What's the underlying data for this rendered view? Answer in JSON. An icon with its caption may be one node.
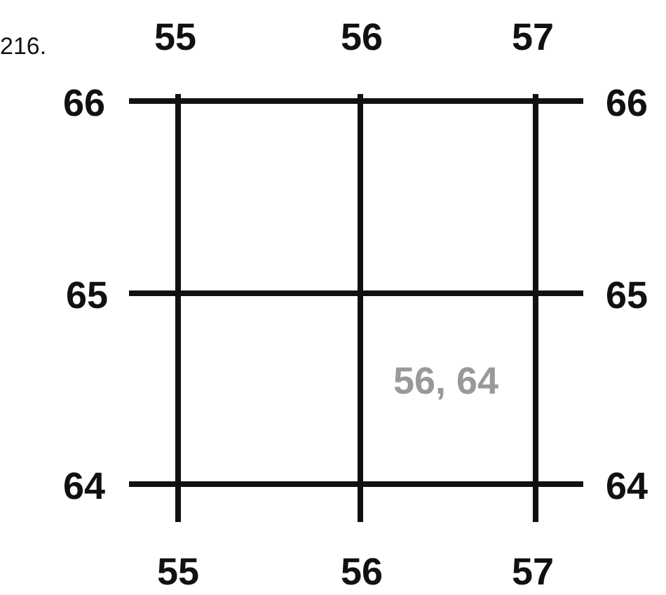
{
  "diagram": {
    "labels": [
      "216.",
      "55",
      "56",
      "57",
      "66",
      "66",
      "65",
      "65",
      "56, 64",
      "64",
      "64",
      "55",
      "56",
      "57"
    ]
  }
}
